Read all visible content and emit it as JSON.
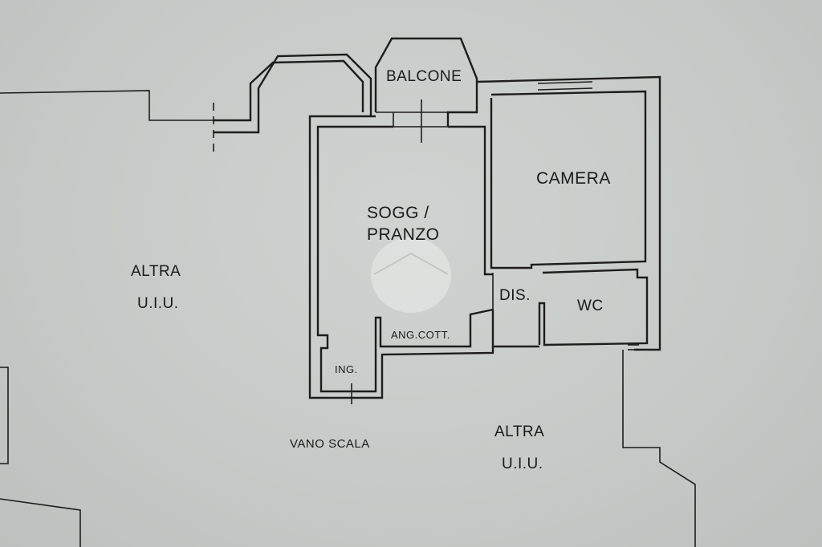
{
  "rooms": {
    "balcone": "BALCONE",
    "camera": "CAMERA",
    "soggiorno_line1": "SOGG /",
    "soggiorno_line2": "PRANZO",
    "disimpegno": "DIS.",
    "wc": "WC",
    "angolo_cottura": "ANG.COTT.",
    "ingresso": "ING."
  },
  "surroundings": {
    "left_unit_line1": "ALTRA",
    "left_unit_line2": "U.I.U.",
    "bottom_unit_line1": "ALTRA",
    "bottom_unit_line2": "U.I.U.",
    "stairwell": "VANO SCALA"
  },
  "colors": {
    "paper": "#c9ccca",
    "ink": "#1d1d1d"
  }
}
